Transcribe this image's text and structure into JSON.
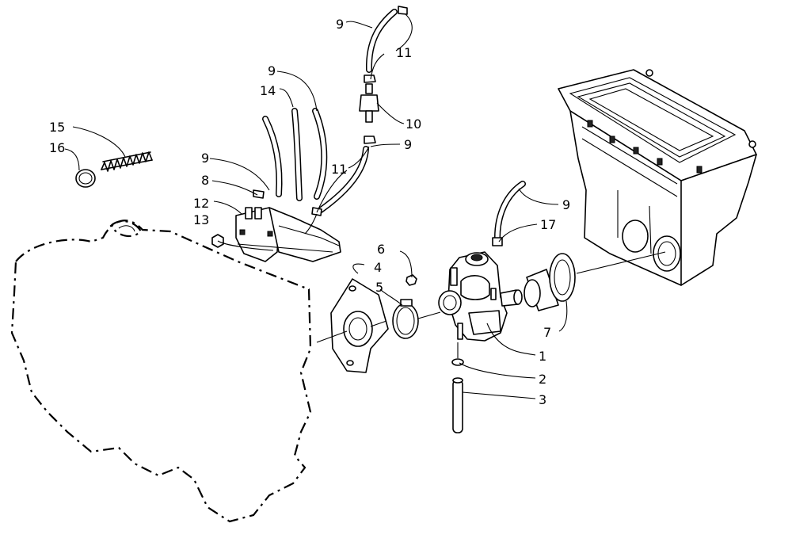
{
  "callouts": [
    {
      "id": "c1",
      "label": "1"
    },
    {
      "id": "c2",
      "label": "2"
    },
    {
      "id": "c3",
      "label": "3"
    },
    {
      "id": "c4",
      "label": "4"
    },
    {
      "id": "c5",
      "label": "5"
    },
    {
      "id": "c6",
      "label": "6"
    },
    {
      "id": "c7",
      "label": "7"
    },
    {
      "id": "c8",
      "label": "8"
    },
    {
      "id": "c9a",
      "label": "9"
    },
    {
      "id": "c9b",
      "label": "9"
    },
    {
      "id": "c9c",
      "label": "9"
    },
    {
      "id": "c9d",
      "label": "9"
    },
    {
      "id": "c9e",
      "label": "9"
    },
    {
      "id": "c10",
      "label": "10"
    },
    {
      "id": "c11a",
      "label": "11"
    },
    {
      "id": "c11b",
      "label": "11"
    },
    {
      "id": "c12",
      "label": "12"
    },
    {
      "id": "c13",
      "label": "13"
    },
    {
      "id": "c14",
      "label": "14"
    },
    {
      "id": "c15",
      "label": "15"
    },
    {
      "id": "c16",
      "label": "16"
    },
    {
      "id": "c17",
      "label": "17"
    }
  ]
}
